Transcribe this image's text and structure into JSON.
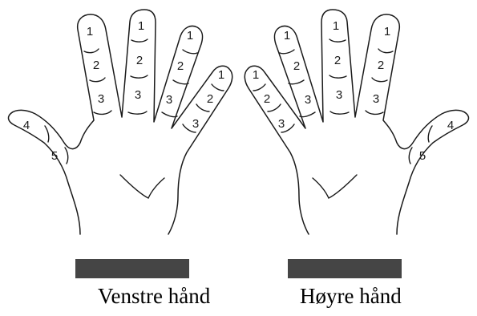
{
  "captions": {
    "left_hand": "Venstre hånd",
    "right_hand": "Høyre hånd"
  },
  "hands": [
    {
      "id": "left",
      "fingers": [
        {
          "name": "little",
          "labels": [
            "1",
            "2",
            "3"
          ]
        },
        {
          "name": "ring",
          "labels": [
            "1",
            "2",
            "3"
          ]
        },
        {
          "name": "middle",
          "labels": [
            "1",
            "2",
            "3"
          ]
        },
        {
          "name": "index",
          "labels": [
            "1",
            "2",
            "3"
          ]
        },
        {
          "name": "thumb",
          "labels": [
            "4",
            "5"
          ]
        }
      ]
    },
    {
      "id": "right",
      "fingers": [
        {
          "name": "little",
          "labels": [
            "1",
            "2",
            "3"
          ]
        },
        {
          "name": "ring",
          "labels": [
            "1",
            "2",
            "3"
          ]
        },
        {
          "name": "middle",
          "labels": [
            "1",
            "2",
            "3"
          ]
        },
        {
          "name": "index",
          "labels": [
            "1",
            "2",
            "3"
          ]
        },
        {
          "name": "thumb",
          "labels": [
            "4",
            "5"
          ]
        }
      ]
    }
  ],
  "colors": {
    "outline": "#1a1a1a",
    "wrist_band": "#454545",
    "background": "#ffffff"
  }
}
